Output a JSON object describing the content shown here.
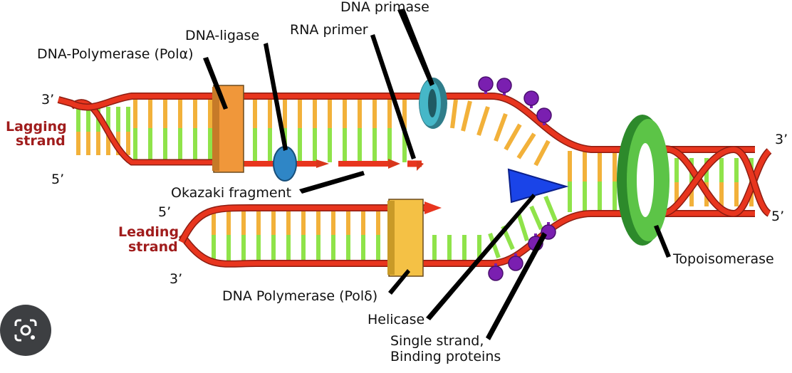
{
  "labels": {
    "dna_primase": "DNA primase",
    "dna_ligase": "DNA-ligase",
    "rna_primer": "RNA primer",
    "dna_polymerase_alpha": "DNA-Polymerase (Polα)",
    "okazaki_fragment": "Okazaki fragment",
    "dna_polymerase_delta": "DNA Polymerase (Polδ)",
    "helicase": "Helicase",
    "ssb_line1": "Single strand,",
    "ssb_line2": "Binding proteins",
    "topoisomerase": "Topoisomerase"
  },
  "strands": {
    "lagging_line1": "Lagging",
    "lagging_line2": "strand",
    "leading_line1": "Leading",
    "leading_line2": "strand"
  },
  "ends": {
    "lagging_top": "3’",
    "lagging_bottom": "5’",
    "leading_top": "5’",
    "leading_bottom": "3’",
    "parent_top": "3’",
    "parent_bottom": "5’"
  },
  "colors": {
    "backbone": "#e8351e",
    "backbone_dark": "#8c1d12",
    "base_orange": "#f2b13a",
    "base_green": "#8fe34a",
    "polymerase_alpha": "#f0973a",
    "polymerase_delta": "#f4c145",
    "primase": "#3aa7b8",
    "ligase": "#2f86c6",
    "helicase": "#1a44e8",
    "ssb": "#7a1fb0",
    "topoisomerase": "#3fae3a",
    "strand_label": "#a01c1c"
  },
  "icons": {
    "lens_button": "google-lens-icon"
  }
}
